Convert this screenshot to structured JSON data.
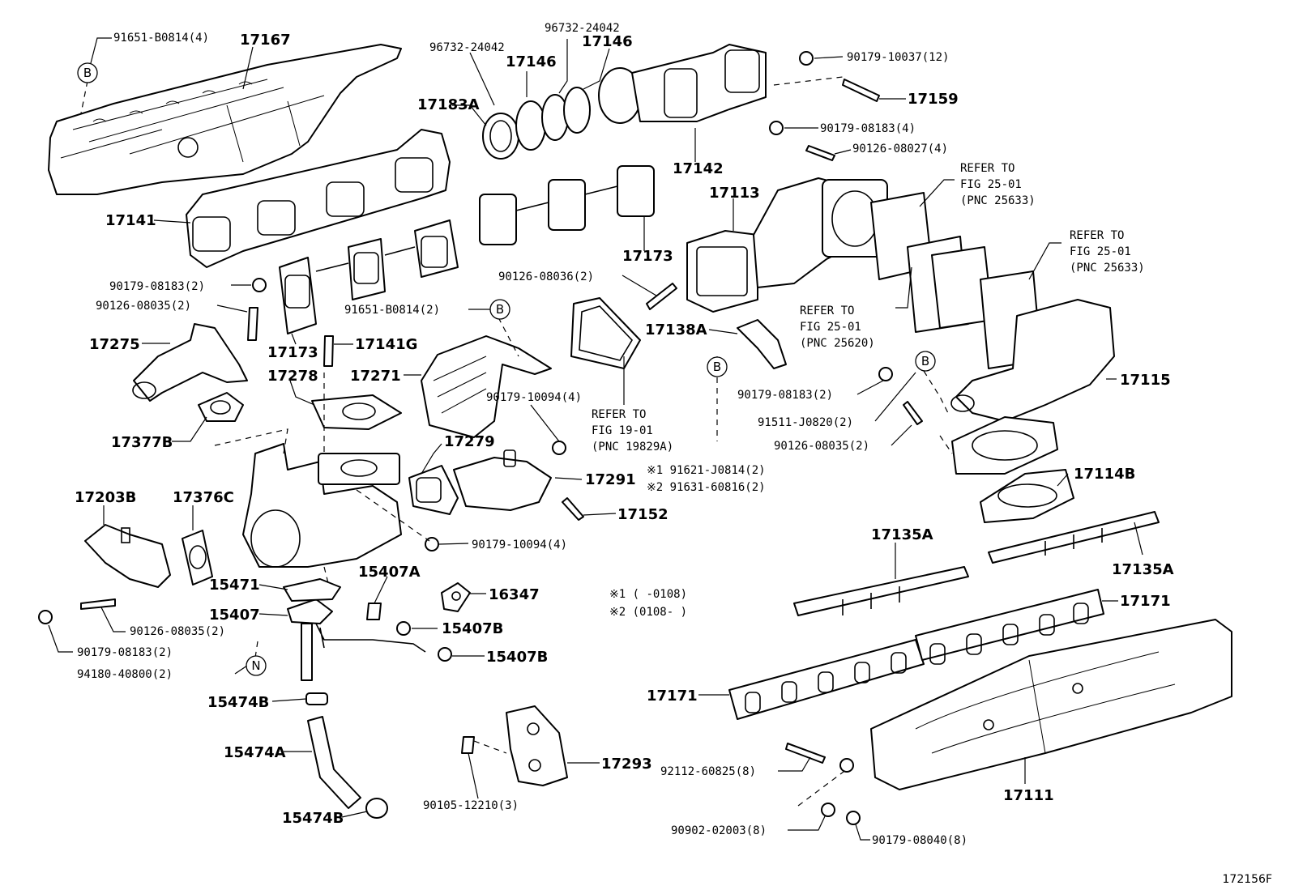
{
  "diagram": {
    "figure_id": "172156F",
    "notes": {
      "n1": "※1 (      -0108)",
      "n2": "※2 (0108-      )"
    },
    "labels": {
      "p91651_top": "91651-B0814(4)",
      "p17167": "17167",
      "p96732_a": "96732-24042",
      "p96732_b": "96732-24042",
      "p17146_a": "17146",
      "p17146_b": "17146",
      "p17183A": "17183A",
      "p90179_10037": "90179-10037(12)",
      "p17159": "17159",
      "p90179_08183_r": "90179-08183(4)",
      "p90126_08027": "90126-08027(4)",
      "p17142": "17142",
      "p17141": "17141",
      "p17113": "17113",
      "ref_2501_a1": "REFER TO",
      "ref_2501_a2": "FIG 25-01",
      "ref_2501_a3": "(PNC 25633)",
      "ref_2501_b1": "REFER TO",
      "ref_2501_b2": "FIG 25-01",
      "ref_2501_b3": "(PNC 25633)",
      "ref_25620_1": "REFER TO",
      "ref_25620_2": "FIG 25-01",
      "ref_25620_3": "(PNC 25620)",
      "p17173_r": "17173",
      "p90126_08036": "90126-08036(2)",
      "p90179_08183_l": "90179-08183(2)",
      "p90126_08035_l": "90126-08035(2)",
      "p17275": "17275",
      "p17173_l": "17173",
      "p17141G": "17141G",
      "p91651_mid": "91651-B0814(2)",
      "p17138A": "17138A",
      "p17278": "17278",
      "p17271": "17271",
      "p90179_10094_a": "90179-10094(4)",
      "ref_1901_1": "REFER TO",
      "ref_1901_2": "FIG 19-01",
      "ref_1901_3": "(PNC 19829A)",
      "p90179_08183_m": "90179-08183(2)",
      "p17115": "17115",
      "p91511": "91511-J0820(2)",
      "p90126_08035_m": "90126-08035(2)",
      "p17377B": "17377B",
      "p17279": "17279",
      "p17291": "17291",
      "p91621": "※1 91621-J0814(2)",
      "p91631": "※2 91631-60816(2)",
      "p17114B": "17114B",
      "p17203B": "17203B",
      "p17376C": "17376C",
      "p17152": "17152",
      "p17135A_a": "17135A",
      "p90179_10094_b": "90179-10094(4)",
      "p17135A_b": "17135A",
      "p15471": "15471",
      "p15407A": "15407A",
      "p16347": "16347",
      "p17171_r": "17171",
      "p15407": "15407",
      "p15407B_a": "15407B",
      "p90126_08035_b": "90126-08035(2)",
      "p90179_08183_b": "90179-08183(2)",
      "p15407B_b": "15407B",
      "p94180": "94180-40800(2)",
      "p17171_l": "17171",
      "p15474B_a": "15474B",
      "p15474A": "15474A",
      "p17293": "17293",
      "p92112": "92112-60825(8)",
      "p17111": "17111",
      "p90105": "90105-12210(3)",
      "p15474B_b": "15474B",
      "p90902": "90902-02003(8)",
      "p90179_08040": "90179-08040(8)"
    },
    "callouts": {
      "b1": "B",
      "b2": "B",
      "b3": "B",
      "b4": "B",
      "n": "N"
    }
  }
}
